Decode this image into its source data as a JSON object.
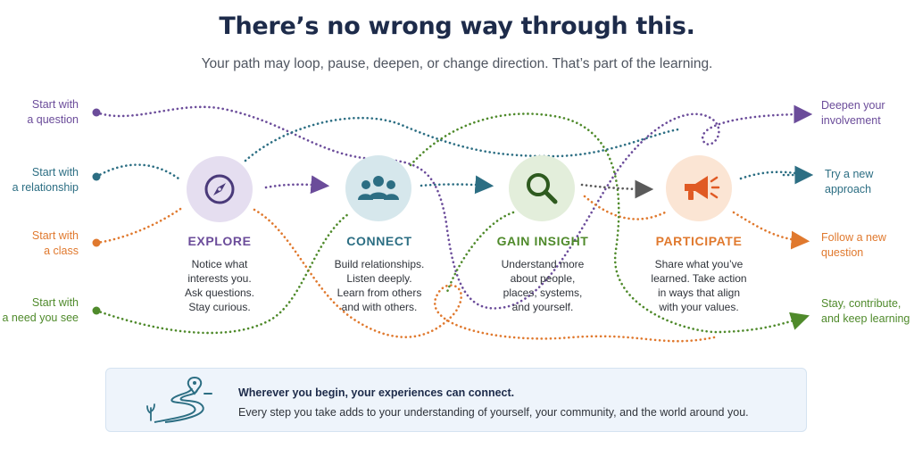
{
  "title": "There’s no wrong way through this.",
  "subtitle": "Your path may loop, pause, deepen, or change direction. That’s part of the learning.",
  "starts": [
    {
      "line1": "Start with",
      "line2": "a question",
      "color": "#6b4c9a"
    },
    {
      "line1": "Start with",
      "line2": "a relationship",
      "color": "#2c6e83"
    },
    {
      "line1": "Start with",
      "line2": "a class",
      "color": "#e0792e"
    },
    {
      "line1": "Start with",
      "line2": "a need you see",
      "color": "#4f8a2b"
    }
  ],
  "ends": [
    {
      "line1": "Deepen your",
      "line2": "involvement",
      "color": "#6b4c9a"
    },
    {
      "line1": "Try a new",
      "line2": "approach",
      "color": "#2c6e83"
    },
    {
      "line1": "Follow a new",
      "line2": "question",
      "color": "#e0792e"
    },
    {
      "line1": "Stay, contribute,",
      "line2": "and keep learning",
      "color": "#4f8a2b"
    }
  ],
  "stages": [
    {
      "title": "EXPLORE",
      "icon": "compass-icon",
      "color": "#6b4c9a",
      "bg": "#e5def0",
      "description": "Notice what\ninterests you.\nAsk questions.\nStay curious."
    },
    {
      "title": "CONNECT",
      "icon": "people-icon",
      "color": "#2c6e83",
      "bg": "#d6e7ec",
      "description": "Build relationships.\nListen deeply.\nLearn from others\nand with others."
    },
    {
      "title": "GAIN INSIGHT",
      "icon": "magnifier-icon",
      "color": "#4f8a2b",
      "bg": "#e3eedb",
      "description": "Understand more\nabout people,\nplaces, systems,\nand yourself."
    },
    {
      "title": "PARTICIPATE",
      "icon": "megaphone-icon",
      "color": "#e0792e",
      "bg": "#fbe5d4",
      "description": "Share what you’ve\nlearned. Take action\nin ways that align\nwith your values."
    }
  ],
  "banner": {
    "heading": "Wherever you begin, your experiences can connect.",
    "body": "Every step you take adds to your understanding of yourself, your community, and the world around you.",
    "icon": "winding-road-icon"
  }
}
